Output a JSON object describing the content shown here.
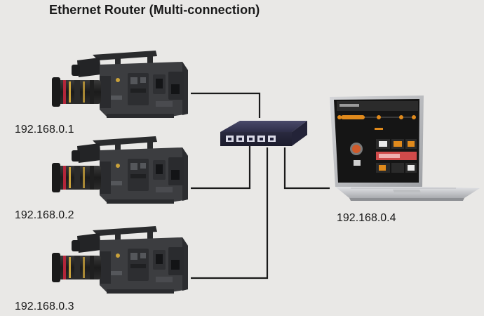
{
  "diagram": {
    "title": "Ethernet Router (Multi-connection)",
    "nodes": {
      "camera_1": {
        "ip": "192.168.0.1"
      },
      "camera_2": {
        "ip": "192.168.0.2"
      },
      "camera_3": {
        "ip": "192.168.0.3"
      },
      "laptop": {
        "ip": "192.168.0.4"
      },
      "router": {
        "ports": 5
      }
    },
    "connections": [
      [
        "camera_1",
        "router"
      ],
      [
        "camera_2",
        "router"
      ],
      [
        "camera_3",
        "router"
      ],
      [
        "router",
        "laptop"
      ]
    ]
  },
  "colors": {
    "background": "#e9e8e6",
    "camera_body": "#3c3d40",
    "camera_dark": "#1f2022",
    "lens_ring_red": "#b3263a",
    "lens_ring_gold": "#c9a13a",
    "router_body": "#2f2f4a",
    "cable": "#1a1a1a",
    "laptop_silver": "#c8c9cc",
    "screen_bg": "#151515",
    "accent_orange": "#e08a1c"
  }
}
